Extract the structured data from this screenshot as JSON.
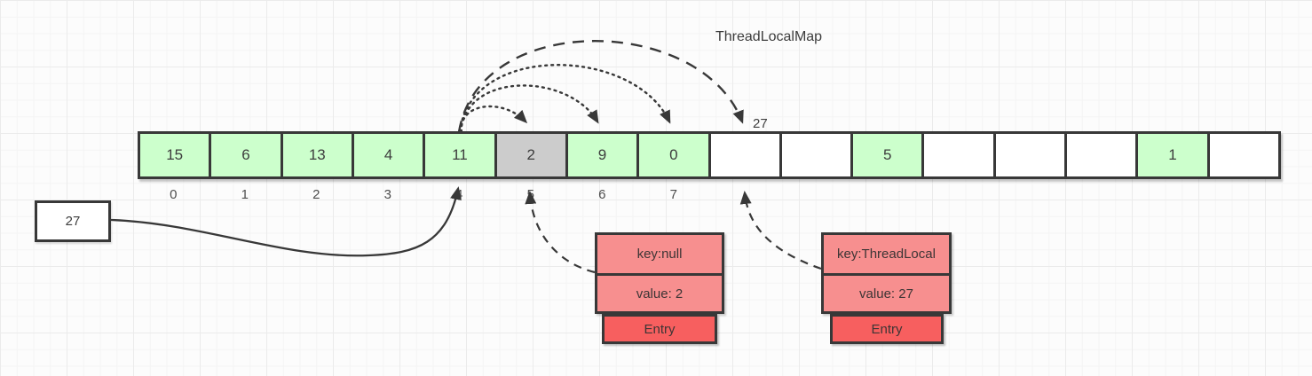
{
  "title": "ThreadLocalMap",
  "colors": {
    "occupied_cell": "#ccffcc",
    "stale_cell": "#cccccc",
    "empty_cell": "#ffffff",
    "entry_light": "#f78f8f",
    "entry_dark": "#f75f5f",
    "border": "#383838"
  },
  "array": {
    "cells": [
      {
        "index": 0,
        "value": "15",
        "state": "occupied"
      },
      {
        "index": 1,
        "value": "6",
        "state": "occupied"
      },
      {
        "index": 2,
        "value": "13",
        "state": "occupied"
      },
      {
        "index": 3,
        "value": "4",
        "state": "occupied"
      },
      {
        "index": 4,
        "value": "11",
        "state": "occupied"
      },
      {
        "index": 5,
        "value": "2",
        "state": "stale"
      },
      {
        "index": 6,
        "value": "9",
        "state": "occupied"
      },
      {
        "index": 7,
        "value": "0",
        "state": "occupied"
      },
      {
        "index": 8,
        "value": "",
        "state": "empty"
      },
      {
        "index": 9,
        "value": "",
        "state": "empty"
      },
      {
        "index": 10,
        "value": "5",
        "state": "occupied"
      },
      {
        "index": 11,
        "value": "",
        "state": "empty"
      },
      {
        "index": 12,
        "value": "",
        "state": "empty"
      },
      {
        "index": 13,
        "value": "",
        "state": "empty"
      },
      {
        "index": 14,
        "value": "1",
        "state": "occupied"
      },
      {
        "index": 15,
        "value": "",
        "state": "empty"
      }
    ],
    "index_labels": [
      "0",
      "1",
      "2",
      "3",
      "4",
      "5",
      "6",
      "7"
    ]
  },
  "probe_label": "27",
  "value_box_label": "27",
  "entries": [
    {
      "key": "key:null",
      "value": "value: 2",
      "label": "Entry"
    },
    {
      "key": "key:ThreadLocal",
      "value": "value: 27",
      "label": "Entry"
    }
  ]
}
